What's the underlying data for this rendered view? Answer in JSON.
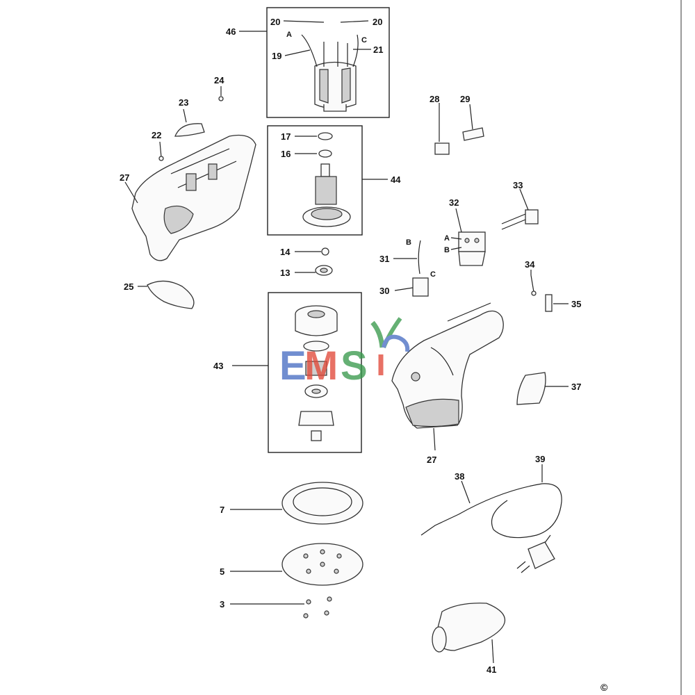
{
  "watermark": {
    "letters": [
      "E",
      "M",
      "S"
    ],
    "colors": {
      "E": "#4a6fc4",
      "M": "#e24a3a",
      "S": "#3a9a4e"
    }
  },
  "copyright_symbol": "©",
  "callouts": {
    "p46": "46",
    "p20a": "20",
    "p20b": "20",
    "p19": "19",
    "p21": "21",
    "pA1": "A",
    "pC1": "C",
    "p17": "17",
    "p16": "16",
    "p44": "44",
    "p14": "14",
    "p13": "13",
    "p43": "43",
    "p24": "24",
    "p23": "23",
    "p22": "22",
    "p27a": "27",
    "p25": "25",
    "p28": "28",
    "p29": "29",
    "p33": "33",
    "p32": "32",
    "pA2": "A",
    "pB2": "B",
    "p31": "31",
    "pB1": "B",
    "p30": "30",
    "pC2": "C",
    "p34": "34",
    "p35": "35",
    "p37": "37",
    "p27b": "27",
    "p38": "38",
    "p39": "39",
    "p7": "7",
    "p5": "5",
    "p3": "3",
    "p41": "41"
  }
}
